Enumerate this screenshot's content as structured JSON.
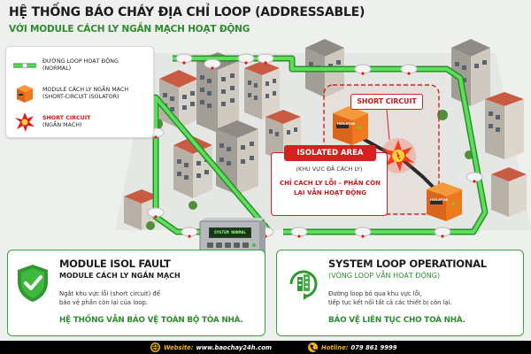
{
  "header": {
    "title": "HỆ THỐNG BÁO CHÁY ĐỊA CHỈ LOOP (ADDRESSABLE)",
    "subtitle": "VỚI MODULE CÁCH LY NGẮN MẠCH HOẠT ĐỘNG"
  },
  "legend": {
    "loop_line": "ĐƯỜNG LOOP HOẠT ĐỘNG",
    "loop_line_en": "(NORMAL)",
    "isolator": "MODULE CÁCH LY NGẮN MẠCH",
    "isolator_en": "(SHORT-CIRCUIT ISOLATOR)",
    "short_circuit": "SHORT CIRCUIT",
    "short_circuit_vi": "(NGẮN MẠCH)"
  },
  "callouts": {
    "short_circuit": "SHORT CIRCUIT",
    "isolated_title": "ISOLATED AREA",
    "isolated_sub": "(KHU VỰC ĐÃ CÁCH LY)",
    "isolated_desc_1": "CHỈ CÁCH LY LỖI – PHẦN CÒN",
    "isolated_desc_2": "LẠI VẪN HOẠT ĐỘNG",
    "panel_screen": "SYSTEM NORMAL",
    "isolator_tag": "ISOLATOR"
  },
  "panel_left": {
    "title": "MODULE ISOL FAULT",
    "subtitle": "MODULE CÁCH LY NGẮN MẠCH",
    "body_1": "Ngắt khu vực lỗi (short circuit) để",
    "body_2": "bảo vệ phần còn lại của loop.",
    "footer": "HỆ THỐNG VẪN BẢO VỆ TOÀN BỘ TÒA NHÀ."
  },
  "panel_right": {
    "title": "SYSTEM LOOP OPERATIONAL",
    "subtitle": "(VÒNG LOOP VẪN HOẠT ĐỘNG)",
    "body_1": "Đường loop bỏ qua khu vực lỗi,",
    "body_2": "tiếp tục kết nối tất cả các thiết bị còn lại.",
    "footer": "BẢO VỆ LIÊN TỤC CHO TOÀ NHÀ."
  },
  "footer": {
    "website_label": "Website:",
    "website": "www.baochay24h.com",
    "hotline_label": "Hotline:",
    "hotline": "079 861 9999"
  },
  "colors": {
    "loop_green": "#3cc33c",
    "alert_red": "#d62020",
    "isolator_orange": "#ee7a1e",
    "accent_green": "#2e8b2e",
    "footer_yellow": "#f0b21c"
  },
  "icons": {
    "loop_line": "green-line-icon",
    "isolator": "orange-module-icon",
    "short_circuit": "red-spark-icon",
    "shield_check": "shield-check-icon",
    "building_loop": "building-loop-icon",
    "globe": "globe-icon",
    "phone": "phone-icon"
  }
}
